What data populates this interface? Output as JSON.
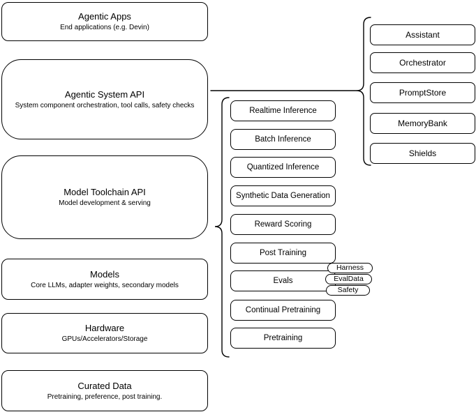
{
  "diagram": {
    "left_stack": [
      {
        "title": "Agentic Apps",
        "subtitle": "End applications (e.g. Devin)"
      },
      {
        "title": "Agentic System API",
        "subtitle": "System component orchestration, tool calls, safety checks"
      },
      {
        "title": "Model Toolchain API",
        "subtitle": "Model development & serving"
      },
      {
        "title": "Models",
        "subtitle": "Core LLMs, adapter weights, secondary models"
      },
      {
        "title": "Hardware",
        "subtitle": "GPUs/Accelerators/Storage"
      },
      {
        "title": "Curated Data",
        "subtitle": "Pretraining, preference, post training."
      }
    ],
    "toolchain_components": [
      "Realtime Inference",
      "Batch Inference",
      "Quantized Inference",
      "Synthetic Data Generation",
      "Reward Scoring",
      "Post Training",
      "Evals",
      "Continual Pretraining",
      "Pretraining"
    ],
    "evals_tags": [
      "Harness",
      "EvalData",
      "Safety"
    ],
    "system_components": [
      "Assistant",
      "Orchestrator",
      "PromptStore",
      "MemoryBank",
      "Shields"
    ],
    "colors": {
      "stroke": "#000000",
      "fill": "#ffffff",
      "text": "#000000"
    }
  }
}
